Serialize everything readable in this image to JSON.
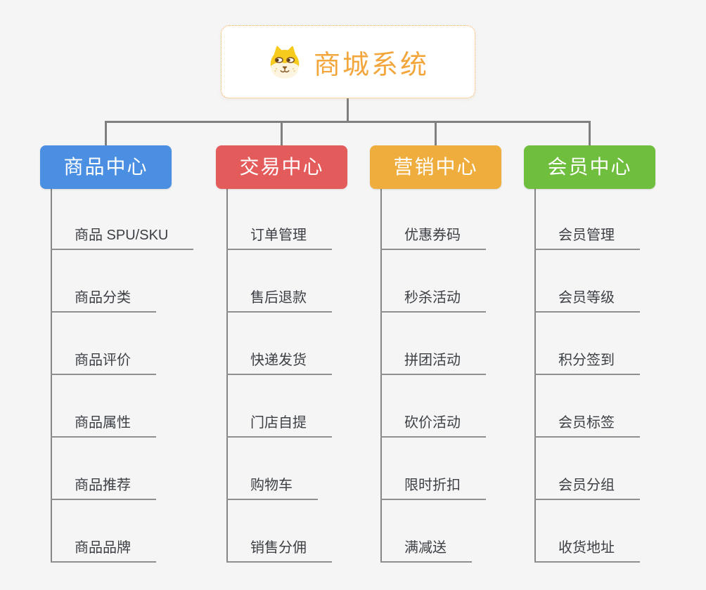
{
  "root": {
    "title": "商城系统",
    "icon": "shiba-dog-icon"
  },
  "colors": {
    "root_accent": "#f2a63c",
    "product_center": "#4a8fe2",
    "trade_center": "#e45b5b",
    "marketing_center": "#eead3d",
    "member_center": "#6fbe3e",
    "connector_line": "#7f7f7f",
    "leaf_underline": "#8f8f8f",
    "background": "#f5f5f5"
  },
  "branches": [
    {
      "label": "商品中心",
      "color": "#4a8fe2",
      "items": [
        "商品 SPU/SKU",
        "商品分类",
        "商品评价",
        "商品属性",
        "商品推荐",
        "商品品牌"
      ]
    },
    {
      "label": "交易中心",
      "color": "#e45b5b",
      "items": [
        "订单管理",
        "售后退款",
        "快递发货",
        "门店自提",
        "购物车",
        "销售分佣"
      ]
    },
    {
      "label": "营销中心",
      "color": "#eead3d",
      "items": [
        "优惠券码",
        "秒杀活动",
        "拼团活动",
        "砍价活动",
        "限时折扣",
        "满减送"
      ]
    },
    {
      "label": "会员中心",
      "color": "#6fbe3e",
      "items": [
        "会员管理",
        "会员等级",
        "积分签到",
        "会员标签",
        "会员分组",
        "收货地址"
      ]
    }
  ]
}
